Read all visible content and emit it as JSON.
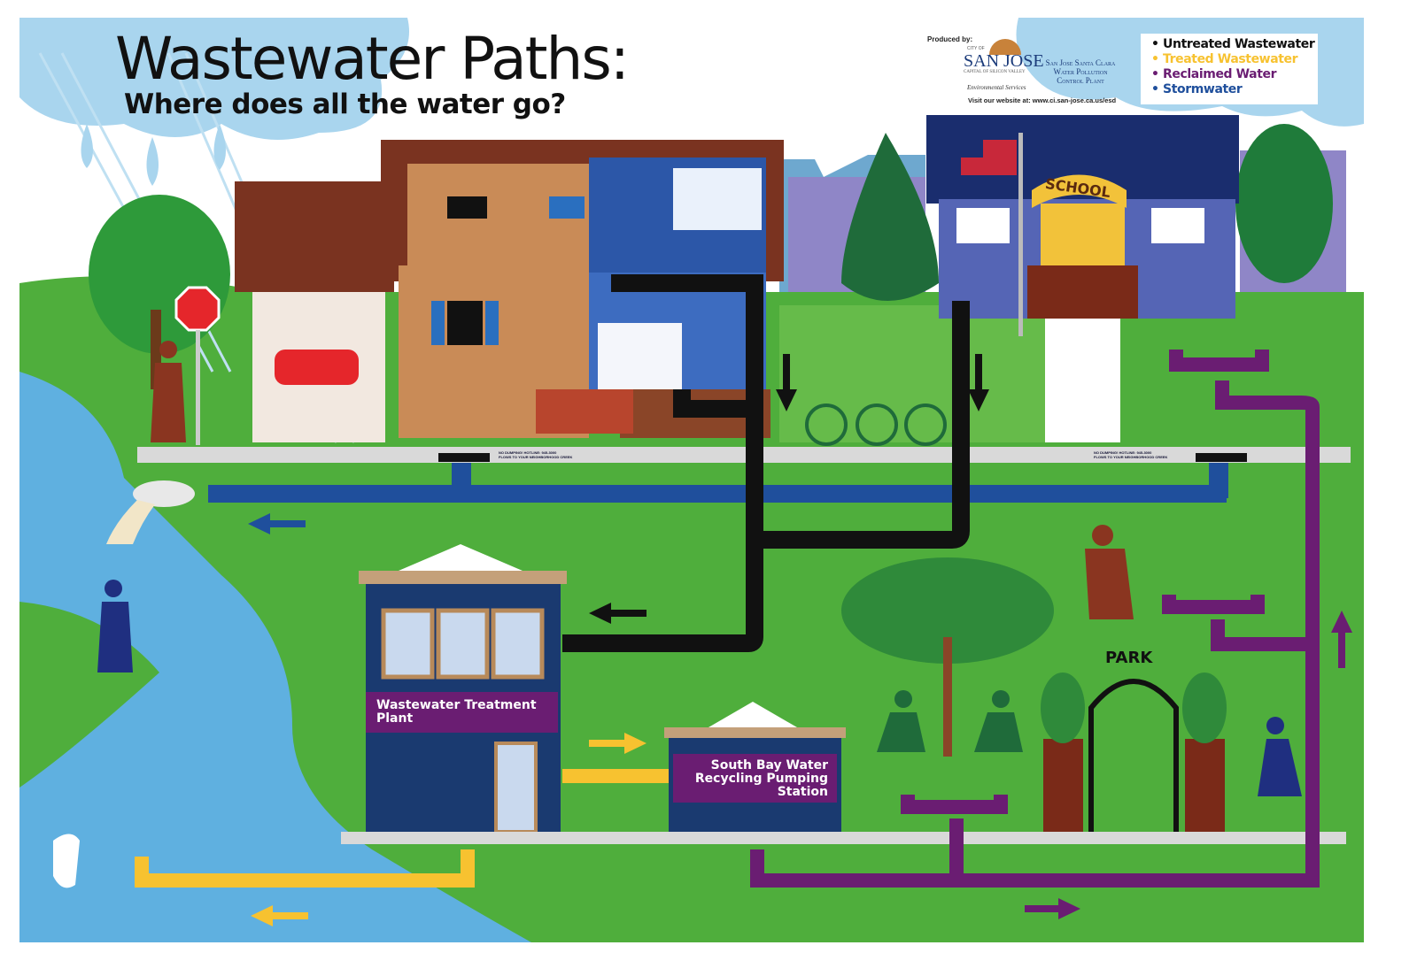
{
  "header": {
    "title": "Wastewater Paths:",
    "subtitle": "Where does all the water go?"
  },
  "credits": {
    "produced_by": "Produced by:",
    "city": "SAN JOSE",
    "city_tagline": "CAPITAL OF SILICON VALLEY",
    "city_prefix": "CITY OF",
    "department": "Environmental Services",
    "plant_name": "San Jose Santa Clara Water Pollution Control Plant",
    "website": "Visit our website at: www.ci.san-jose.ca.us/esd"
  },
  "legend": {
    "items": [
      {
        "label": "Untreated Wastewater",
        "color": "#111111"
      },
      {
        "label": "Treated Wastewater",
        "color": "#f7c230"
      },
      {
        "label": "Reclaimed Water",
        "color": "#6a1d72"
      },
      {
        "label": "Stormwater",
        "color": "#1f4f9c"
      }
    ]
  },
  "storm_drain_signs": {
    "line1": "NO DUMPING! HOTLINE: 945-3000",
    "line2": "FLOWS TO YOUR NEIGHBORHOOD CREEK"
  },
  "buildings": {
    "school": "SCHOOL",
    "park": "PARK",
    "treatment_plant": "Wastewater Treatment Plant",
    "pumping_station": "South Bay Water Recycling Pumping Station"
  },
  "colors": {
    "grass": "#4fae3c",
    "creek": "#5fb0e0",
    "sewer": "#111111",
    "storm": "#1f4f9c",
    "treated": "#f7c230",
    "reclaimed": "#6a1d72"
  }
}
